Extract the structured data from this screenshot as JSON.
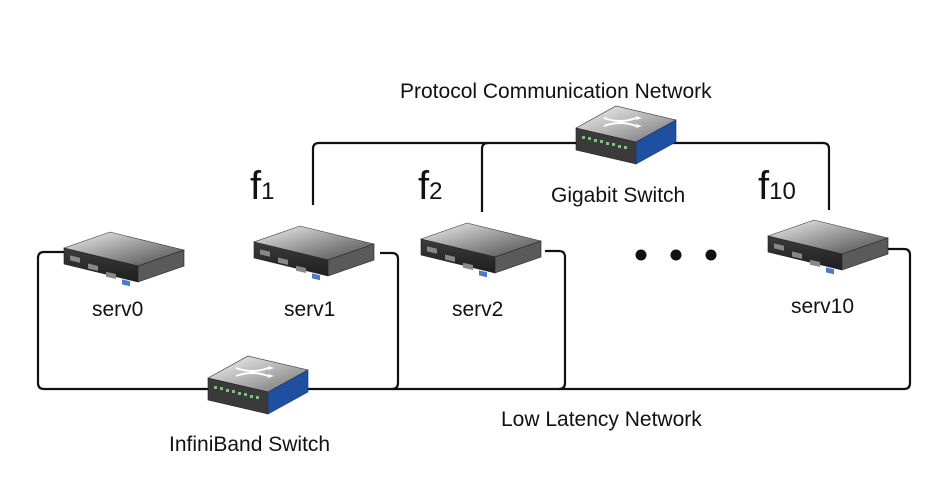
{
  "networks": {
    "protocol": "Protocol Communication Network",
    "low_latency": "Low Latency Network"
  },
  "switches": {
    "gigabit": "Gigabit Switch",
    "infiniband": "InfiniBand Switch"
  },
  "servers": {
    "s0": "serv0",
    "s1": "serv1",
    "s2": "serv2",
    "s10": "serv10"
  },
  "functions": {
    "f1": {
      "base": "f",
      "sub": "1"
    },
    "f2": {
      "base": "f",
      "sub": "2"
    },
    "f10": {
      "base": "f",
      "sub": "10"
    }
  },
  "colors": {
    "line": "#111111",
    "switch_accent": "#1f4fa0",
    "server_body": "#6a6a6a"
  }
}
